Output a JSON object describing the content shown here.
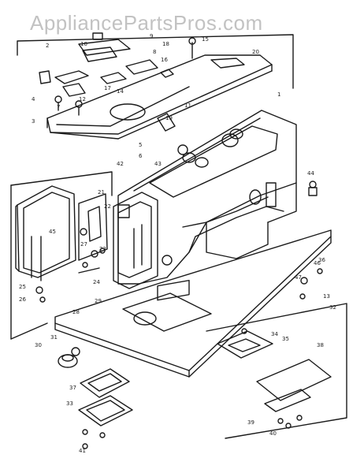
{
  "watermark": "AppliancePartsPros.com",
  "colors": {
    "ink": "#1a1a1a",
    "paper": "#ffffff",
    "watermark": "#8a8a8a"
  },
  "callouts": [
    "1",
    "2",
    "3",
    "4",
    "5",
    "6",
    "7",
    "8",
    "9",
    "10",
    "11",
    "12",
    "13",
    "14",
    "15",
    "16",
    "17",
    "18",
    "19",
    "20",
    "21",
    "22",
    "23",
    "24",
    "25",
    "26",
    "27",
    "28",
    "29",
    "30",
    "31",
    "32",
    "33",
    "34",
    "35",
    "36",
    "37",
    "38",
    "39",
    "40",
    "41",
    "42",
    "43",
    "44",
    "45",
    "46",
    "47"
  ]
}
